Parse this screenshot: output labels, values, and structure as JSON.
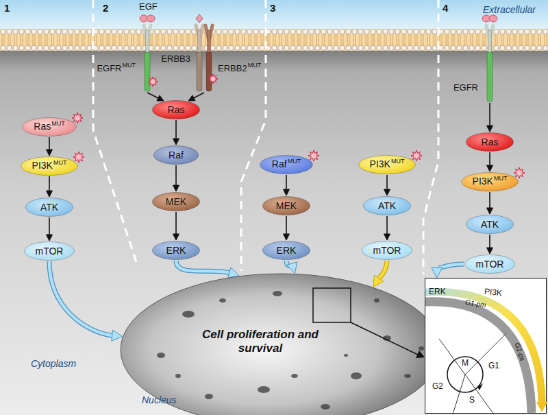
{
  "diagram": {
    "nodes": [
      {
        "text": [
          "Ras",
          "MUT"
        ]
      },
      {
        "text": [
          "PI3K",
          "MUT"
        ]
      },
      {
        "text": [
          "ATK"
        ]
      },
      {
        "text": [
          "mTOR"
        ]
      },
      {
        "text": [
          "EGFR",
          "MUT"
        ]
      },
      {
        "text": [
          "ERBB3",
          "ERBB2",
          "MUT"
        ]
      },
      {
        "text": [
          "Ras"
        ]
      },
      {
        "text": [
          "Raf"
        ]
      },
      {
        "text": [
          "MEK"
        ]
      },
      {
        "text": [
          "ERK"
        ]
      },
      {
        "text": [
          "Raf",
          "MUT"
        ]
      },
      {
        "text": [
          "MEK"
        ]
      },
      {
        "text": [
          "ERK"
        ]
      },
      {
        "text": [
          "PI3K",
          "MUT"
        ]
      },
      {
        "text": [
          "ATK"
        ]
      },
      {
        "text": [
          "mTOR"
        ]
      },
      {
        "text": [
          "EGFR"
        ]
      },
      {
        "text": [
          "Ras"
        ]
      },
      {
        "text": [
          "PI3K",
          "MUT"
        ]
      },
      {
        "text": [
          "ATK"
        ]
      },
      {
        "text": [
          "mTOR"
        ]
      },
      {
        "text": [
          "Cell proliferation and survival",
          "Nucleus"
        ]
      },
      {
        "text": [
          "ERK",
          "G1-pm",
          "PI3K",
          "G1-ps",
          "M",
          "G1",
          "S",
          "G2"
        ]
      }
    ],
    "edges": [
      {
        "from": 0,
        "to": 1,
        "arrow": "to"
      },
      {
        "from": 1,
        "to": 2,
        "arrow": "to"
      },
      {
        "from": 2,
        "to": 3,
        "arrow": "to"
      },
      {
        "from": 3,
        "to": 21,
        "arrow": "to"
      },
      {
        "from": 4,
        "to": 6,
        "arrow": "to"
      },
      {
        "from": 5,
        "to": 6,
        "arrow": "to"
      },
      {
        "from": 6,
        "to": 7,
        "arrow": "to"
      },
      {
        "from": 7,
        "to": 8,
        "arrow": "to"
      },
      {
        "from": 8,
        "to": 9,
        "arrow": "to"
      },
      {
        "from": 9,
        "to": 21,
        "arrow": "to"
      },
      {
        "from": 10,
        "to": 11,
        "arrow": "to"
      },
      {
        "from": 11,
        "to": 12,
        "arrow": "to"
      },
      {
        "from": 12,
        "to": 21,
        "arrow": "to"
      },
      {
        "from": 13,
        "to": 14,
        "arrow": "to"
      },
      {
        "from": 14,
        "to": 15,
        "arrow": "to"
      },
      {
        "from": 15,
        "to": 21,
        "arrow": "to"
      },
      {
        "from": 16,
        "to": 17,
        "arrow": "to"
      },
      {
        "from": 17,
        "to": 18,
        "arrow": "to"
      },
      {
        "from": 18,
        "to": 19,
        "arrow": "to"
      },
      {
        "from": 19,
        "to": 20,
        "arrow": "to"
      },
      {
        "from": 20,
        "to": 22,
        "arrow": "to"
      }
    ],
    "labels": [
      "1",
      "2",
      "3",
      "4",
      "Extracellular",
      "EGF",
      "Cytoplasm"
    ]
  }
}
